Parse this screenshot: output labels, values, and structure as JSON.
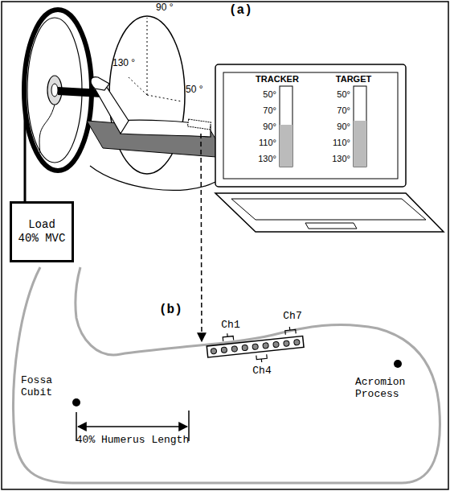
{
  "diagram": {
    "nodes": [
      {
        "text": [
          "Load 40% MVC"
        ]
      }
    ],
    "labels": [
      "(a)",
      "90 °",
      "130 °",
      "50 °",
      "TRACKER",
      "TARGET",
      "50°",
      "70°",
      "90°",
      "110°",
      "130°",
      "50°",
      "70°",
      "90°",
      "110°",
      "130°",
      "(b)",
      "Ch1",
      "Ch7",
      "Ch4",
      "Fossa Cubit",
      "Acromion Process",
      "40% Humerus Length"
    ]
  }
}
